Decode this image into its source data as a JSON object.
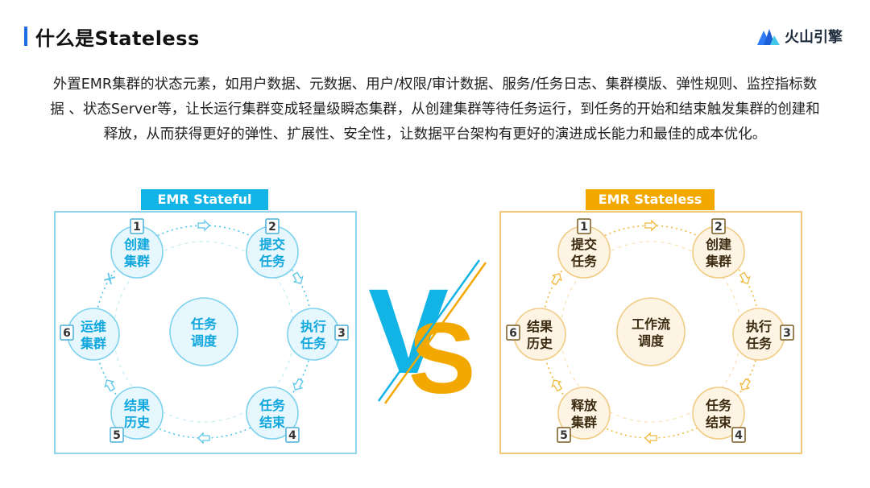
{
  "header": {
    "title": "什么是Stateless",
    "logo_text": "火山引擎"
  },
  "description": "外置EMR集群的状态元素，如用户数据、元数据、用户/权限/审计数据、服务/任务日志、集群模版、弹性规则、监控指标数据 、状态Server等，让长运行集群变成轻量级瞬态集群，从创建集群等待任务运行，到任务的开始和结束触发集群的创建和释放，从而获得更好的弹性、扩展性、安全性，让数据平台架构有更好的演进成长能力和最佳的成本优化。",
  "stateful": {
    "label": "EMR Stateful",
    "center": [
      "任务",
      "调度"
    ],
    "nodes": [
      {
        "num": "1",
        "lines": [
          "创建",
          "集群"
        ]
      },
      {
        "num": "2",
        "lines": [
          "提交",
          "任务"
        ]
      },
      {
        "num": "3",
        "lines": [
          "执行",
          "任务"
        ]
      },
      {
        "num": "4",
        "lines": [
          "任务",
          "结束"
        ]
      },
      {
        "num": "5",
        "lines": [
          "结果",
          "历史"
        ]
      },
      {
        "num": "6",
        "lines": [
          "运维",
          "集群"
        ]
      }
    ]
  },
  "stateless": {
    "label": "EMR Stateless",
    "center": [
      "工作流",
      "调度"
    ],
    "nodes": [
      {
        "num": "1",
        "lines": [
          "提交",
          "任务"
        ]
      },
      {
        "num": "2",
        "lines": [
          "创建",
          "集群"
        ]
      },
      {
        "num": "3",
        "lines": [
          "执行",
          "任务"
        ]
      },
      {
        "num": "4",
        "lines": [
          "任务",
          "结束"
        ]
      },
      {
        "num": "5",
        "lines": [
          "释放",
          "集群"
        ]
      },
      {
        "num": "6",
        "lines": [
          "结果",
          "历史"
        ]
      }
    ]
  },
  "vs": {
    "v": "V",
    "s": "S"
  },
  "colors": {
    "accent_blue": "#12b4e6",
    "accent_yellow": "#f3a800",
    "title_bar": "#1e6fe6"
  }
}
